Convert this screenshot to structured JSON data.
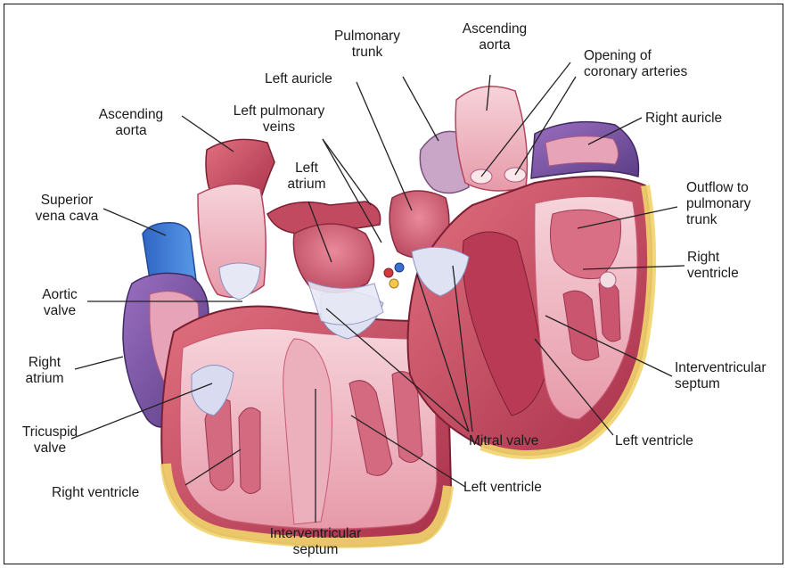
{
  "labels": {
    "pulmonary_trunk": "Pulmonary\ntrunk",
    "ascending_aorta_top": "Ascending\naorta",
    "opening_coronary": "Opening of\ncoronary arteries",
    "left_auricle": "Left auricle",
    "ascending_aorta_left": "Ascending\naorta",
    "left_pulmonary_veins": "Left pulmonary\nveins",
    "right_auricle": "Right auricle",
    "left_atrium": "Left\natrium",
    "superior_vena_cava": "Superior\nvena cava",
    "outflow_pulmonary": "Outflow to\npulmonary\ntrunk",
    "right_ventricle_right": "Right\nventricle",
    "aortic_valve": "Aortic\nvalve",
    "right_atrium": "Right\natrium",
    "interventricular_right": "Interventricular\nseptum",
    "tricuspid_valve": "Tricuspid\nvalve",
    "mitral_valve": "Mitral valve",
    "left_ventricle_right": "Left ventricle",
    "right_ventricle_bottom": "Right ventricle",
    "left_ventricle_bottom": "Left ventricle",
    "interventricular_bottom": "Interventricular\nseptum"
  },
  "colors": {
    "label_text": "#1a1a1a",
    "leader_line": "#222222",
    "myocardium": "#c9485e",
    "inner_wall": "#f3c6cf",
    "fat_layer": "#f3df7a",
    "vena_cava": "#3f7fd6",
    "right_atrium": "#7a4f9e",
    "valve_tissue": "#e3e6f3"
  }
}
